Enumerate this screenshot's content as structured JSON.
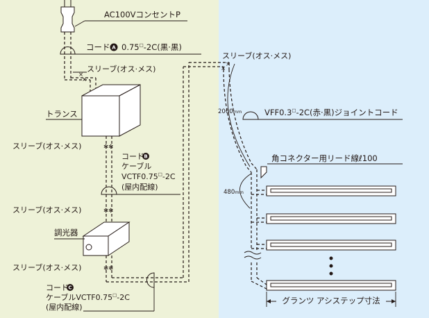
{
  "colors": {
    "left_panel_bg": "#eef2d8",
    "right_panel_bg": "#dceefb",
    "line": "#231815",
    "badge_text": "#ffffff"
  },
  "labels": {
    "outlet": "AC100VコンセントP",
    "cord_a_prefix": "コード",
    "cord_a_badge": "A",
    "cord_a_spec_main": "0.75",
    "cord_a_spec_sup": "□",
    "cord_a_spec_rest": "-2C(黒·黒)",
    "sleeve_top_left": "スリーブ(オス·メス)",
    "sleeve_top_right": "スリーブ(オス·メス)",
    "transformer": "トランス",
    "length_2000": "2000",
    "length_2000_unit": "mm",
    "joint_main": "VFF0.3",
    "joint_sup": "□",
    "joint_rest": "-2C(赤·黒)ジョイントコード",
    "sleeve_mid_1": "スリーブ(オス·メス)",
    "cord_b_prefix": "コード",
    "cord_b_badge": "B",
    "cord_b_line2": "ケーブル",
    "cord_b_line3_main": "VCTF0.75",
    "cord_b_line3_sup": "□",
    "cord_b_line3_rest": "-2C",
    "cord_b_line4": "(屋内配線)",
    "connector": "角コネクター用リード線ℓ100",
    "length_480": "480",
    "length_480_unit": "mm",
    "sleeve_mid_2": "スリーブ(オス·メス)",
    "dimmer": "調光器",
    "sleeve_bottom": "スリーブ(オス·メス)",
    "cord_c_prefix": "コード",
    "cord_c_badge": "C",
    "cord_c_line2_main": "ケーブルVCTF0.75",
    "cord_c_line2_sup": "□",
    "cord_c_line2_rest": "-2C",
    "cord_c_line3": "(屋内配線)",
    "step_dimension": "グランツ アシステップ寸法"
  }
}
